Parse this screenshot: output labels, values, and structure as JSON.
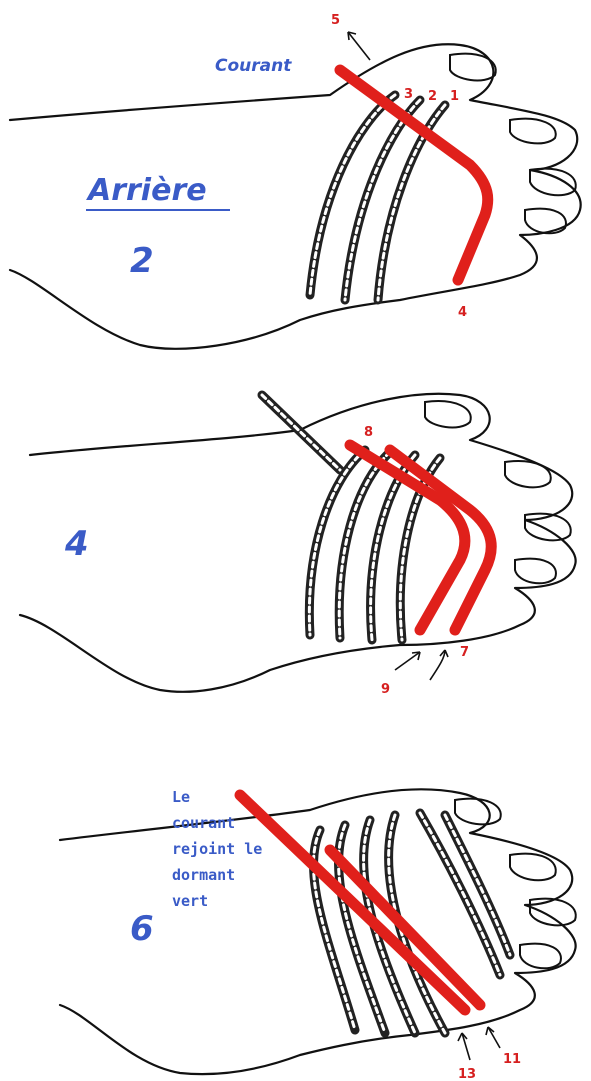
{
  "panels": [
    {
      "step": "2",
      "side_label": "Arrière",
      "courant_label": "Courant",
      "numbers": [
        "5",
        "3",
        "2",
        "1",
        "4"
      ]
    },
    {
      "step": "4",
      "numbers": [
        "8",
        "9",
        "7"
      ]
    },
    {
      "step": "6",
      "note_lines": [
        "Le",
        "courant",
        "rejoint le",
        "dormant",
        "vert"
      ],
      "numbers": [
        "13",
        "11"
      ]
    }
  ],
  "colors": {
    "cord_highlight": "#e0201b",
    "label_blue": "#3a5bc7",
    "line": "#111111"
  }
}
